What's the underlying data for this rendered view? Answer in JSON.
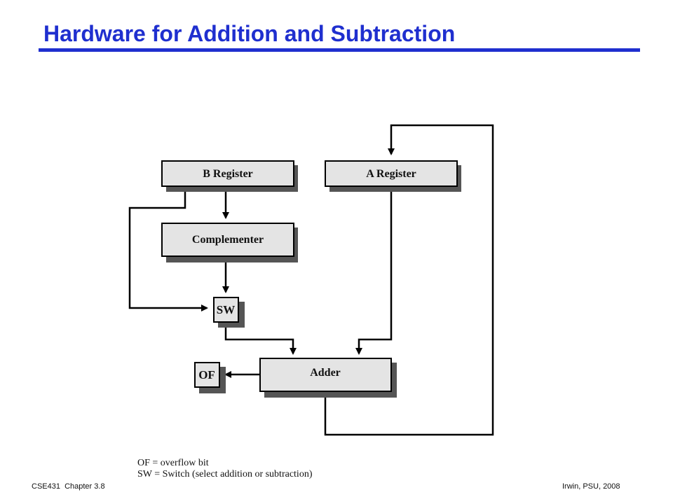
{
  "slide": {
    "title": "Hardware for Addition and Subtraction",
    "title_color": "#1f2fcf"
  },
  "diagram": {
    "blocks": {
      "b_register": "B Register",
      "a_register": "A Register",
      "complementer": "Complementer",
      "sw": "SW",
      "adder": "Adder",
      "of": "OF"
    },
    "legend": {
      "line1": "OF = overflow bit",
      "line2": "SW = Switch (select addition or subtraction)"
    }
  },
  "footer": {
    "left": "CSE431  Chapter 3.8",
    "right": "Irwin, PSU, 2008"
  }
}
